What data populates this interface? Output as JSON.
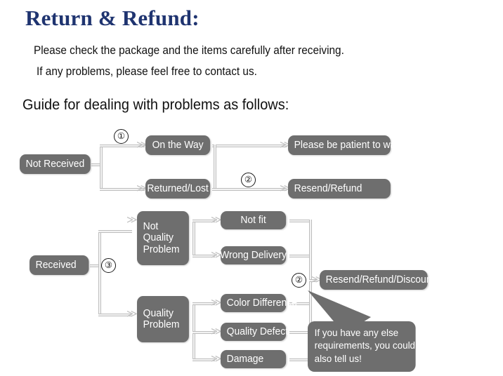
{
  "header": {
    "title": "Return & Refund:",
    "line1": "Please check the package and the items carefully after receiving.",
    "line2": "If any problems, please feel free to contact us.",
    "guide": "Guide for dealing with problems as follows:"
  },
  "colors": {
    "title": "#1f3470",
    "node_bg": "#6e6e6e",
    "node_text": "#ffffff",
    "connector": "#c6c6c6",
    "page_bg": "#ffffff"
  },
  "flow": {
    "markers": {
      "one": "①",
      "two": "②",
      "three": "③",
      "two_b": "②"
    },
    "nodes": {
      "not_received": "Not Received",
      "on_the_way": "On the Way",
      "returned_lost": "Returned/Lost",
      "please_wait": "Please be patient to wait",
      "resend_refund": "Resend/Refund",
      "received": "Received",
      "not_quality_problem_l1": "Not",
      "not_quality_problem_l2": "Quality",
      "not_quality_problem_l3": "Problem",
      "quality_problem_l1": "Quality",
      "quality_problem_l2": "Problem",
      "not_fit": "Not fit",
      "wrong_delivery": "Wrong Delivery",
      "color_difference": "Color Difference",
      "quality_defect": "Quality Defect",
      "damage": "Damage",
      "resend_refund_discount": "Resend/Refund/Discount"
    },
    "bubble": {
      "line1": "If you have any else",
      "line2": "requirements, you could",
      "line3": "also tell us!"
    },
    "arrow_glyph": "≫"
  }
}
